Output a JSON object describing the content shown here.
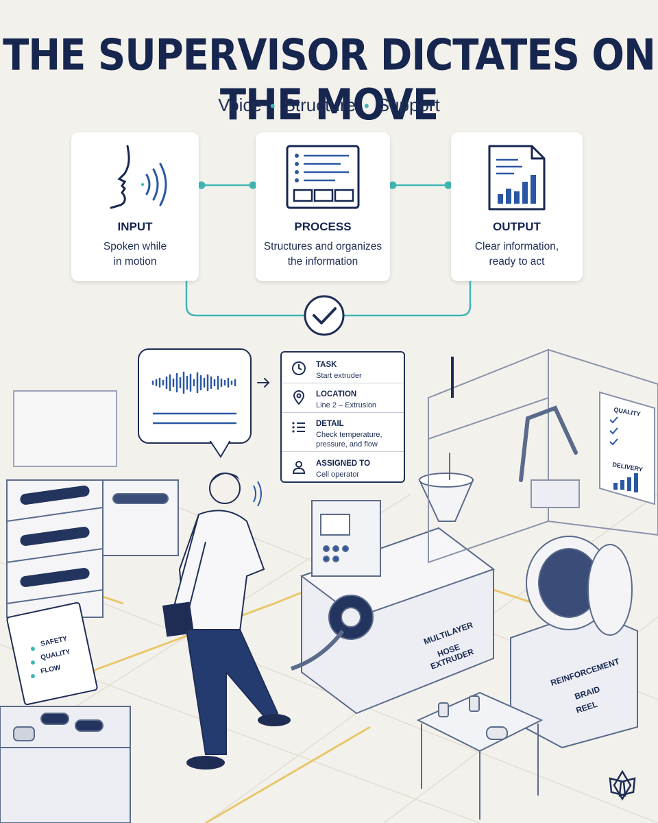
{
  "title": "THE SUPERVISOR DICTATES ON THE MOVE",
  "subtitle": {
    "parts": [
      "Voice",
      "Structure",
      "Support"
    ],
    "separator": "•"
  },
  "steps": [
    {
      "label": "INPUT",
      "desc_line1": "Spoken while",
      "desc_line2": "in motion",
      "icon": "speaking-head-icon"
    },
    {
      "label": "PROCESS",
      "desc_line1": "Structures and organizes",
      "desc_line2": "the information",
      "icon": "structured-form-icon"
    },
    {
      "label": "OUTPUT",
      "desc_line1": "Clear information,",
      "desc_line2": "ready to act",
      "icon": "report-chart-icon"
    }
  ],
  "task_card": {
    "task_label": "TASK",
    "task_value": "Start extruder",
    "location_label": "LOCATION",
    "location_value": "Line 2 – Extrusion",
    "detail_label": "DETAIL",
    "detail_value_1": "Check temperature,",
    "detail_value_2": "pressure, and flow",
    "assigned_label": "ASSIGNED TO",
    "assigned_value": "Cell operator"
  },
  "scene": {
    "signboard": [
      "SAFETY",
      "QUALITY",
      "FLOW"
    ],
    "extruder_label": [
      "MULTILAYER",
      "HOSE",
      "EXTRUDER"
    ],
    "reel_label": [
      "REINFORCEMENT",
      "BRAID",
      "REEL"
    ],
    "wall_board": {
      "quality": "QUALITY",
      "delivery": "DELIVERY"
    }
  },
  "colors": {
    "navy": "#16264f",
    "teal": "#3fb6b4",
    "blue": "#2a57a4",
    "background": "#f3f1ec"
  }
}
